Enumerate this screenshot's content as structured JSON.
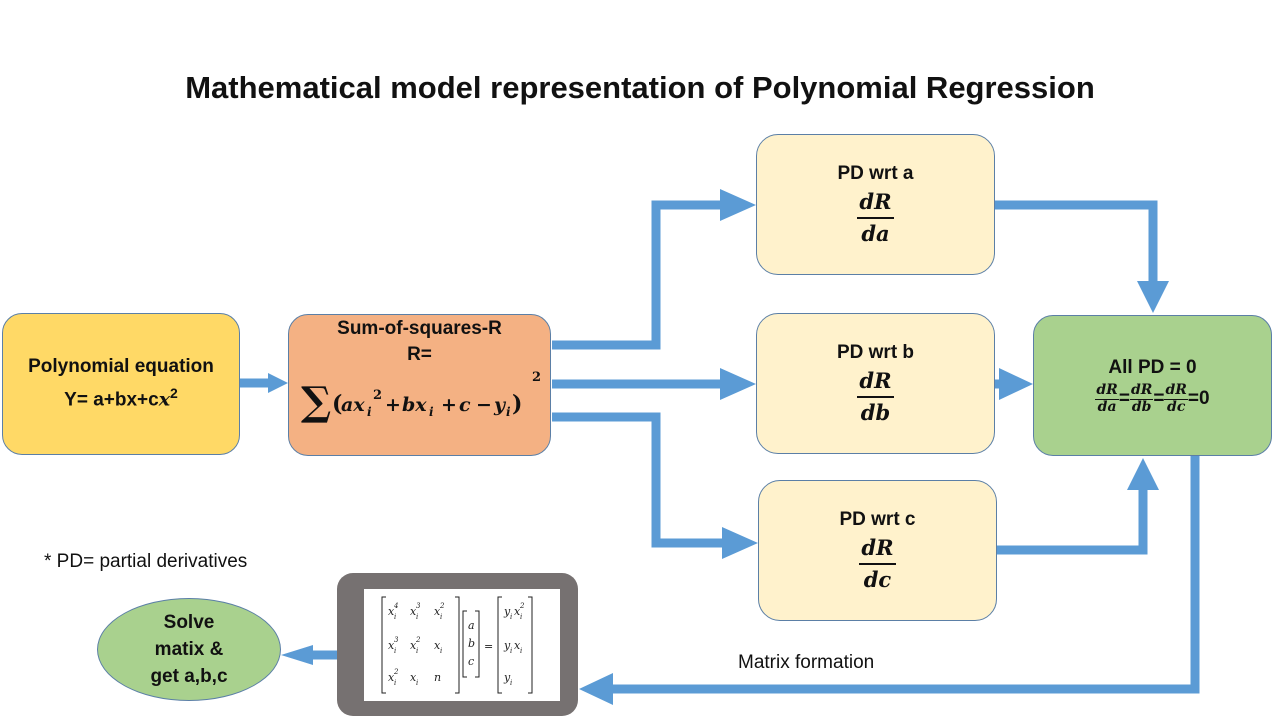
{
  "title": "Mathematical model representation of Polynomial Regression",
  "nodes": {
    "polynomial": {
      "line1": "Polynomial equation",
      "line2": "Y= a+bx+c",
      "var": "x",
      "exp": "2"
    },
    "sum_of_squares": {
      "line1": "Sum-of-squares-R",
      "line2": "R=",
      "formula": "∑(axᵢ² + bxᵢ + c − yᵢ)²"
    },
    "pd_a": {
      "label": "PD wrt a",
      "num": "dR",
      "den": "da"
    },
    "pd_b": {
      "label": "PD wrt b",
      "num": "dR",
      "den": "db"
    },
    "pd_c": {
      "label": "PD wrt c",
      "num": "dR",
      "den": "dc"
    },
    "all_pd": {
      "title": "All PD = 0",
      "fractions": [
        {
          "num": "dR",
          "den": "da"
        },
        {
          "num": "dR",
          "den": "db"
        },
        {
          "num": "dR",
          "den": "dc"
        }
      ],
      "eq": "=",
      "result": "=0"
    },
    "solve": {
      "line1": "Solve",
      "line2": "matix &",
      "line3": "get a,b,c"
    }
  },
  "matrix": {
    "left": [
      [
        "x_i^4",
        "x_i^3",
        "x_i^2"
      ],
      [
        "x_i^3",
        "x_i^2",
        "x_i"
      ],
      [
        "x_i^2",
        "x_i",
        "n"
      ]
    ],
    "vector": [
      "a",
      "b",
      "c"
    ],
    "right": [
      "y_i x_i^2",
      "y_i x_i",
      "y_i"
    ]
  },
  "note": "* PD= partial derivatives",
  "matrix_label": "Matrix formation",
  "colors": {
    "arrow": "#5b9bd5",
    "polynomial": "#ffd966",
    "sum_of_squares": "#f4b183",
    "pd": "#fff2cc",
    "all_pd": "#a9d18e",
    "matrix_frame": "#767171"
  }
}
